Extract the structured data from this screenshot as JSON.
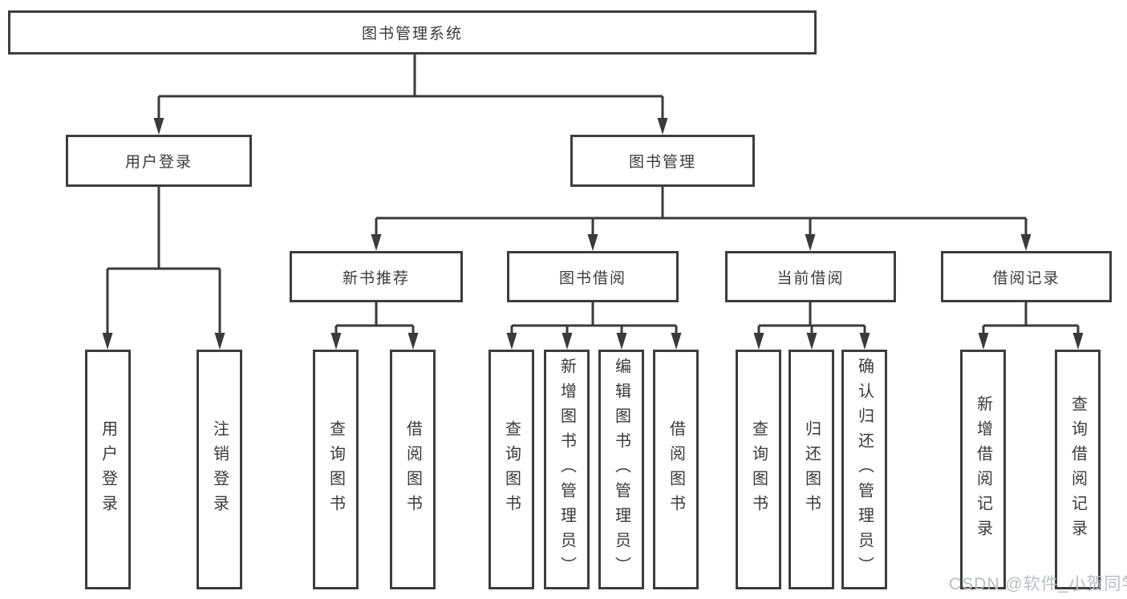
{
  "diagram_title": "图书管理系统",
  "tree": {
    "label": "图书管理系统",
    "children": [
      {
        "label": "用户登录",
        "children": [
          {
            "label": "用户登录"
          },
          {
            "label": "注销登录"
          }
        ]
      },
      {
        "label": "图书管理",
        "children": [
          {
            "label": "新书推荐",
            "children": [
              {
                "label": "查询图书"
              },
              {
                "label": "借阅图书"
              }
            ]
          },
          {
            "label": "图书借阅",
            "children": [
              {
                "label": "查询图书"
              },
              {
                "label": "新增图书（管理员）"
              },
              {
                "label": "编辑图书（管理员）"
              },
              {
                "label": "借阅图书"
              }
            ]
          },
          {
            "label": "当前借阅",
            "children": [
              {
                "label": "查询图书"
              },
              {
                "label": "归还图书"
              },
              {
                "label": "确认归还（管理员）"
              }
            ]
          },
          {
            "label": "借阅记录",
            "children": [
              {
                "label": "新增借阅记录"
              },
              {
                "label": "查询借阅记录"
              }
            ]
          }
        ]
      }
    ]
  },
  "watermark": {
    "text": "CSDN @软件_小贺同学"
  },
  "colors": {
    "line": "#3a3a3a",
    "box_border": "#3d3d3d",
    "text": "#3a3a3a",
    "watermark": "#b9bdc4",
    "background": "#ffffff"
  }
}
